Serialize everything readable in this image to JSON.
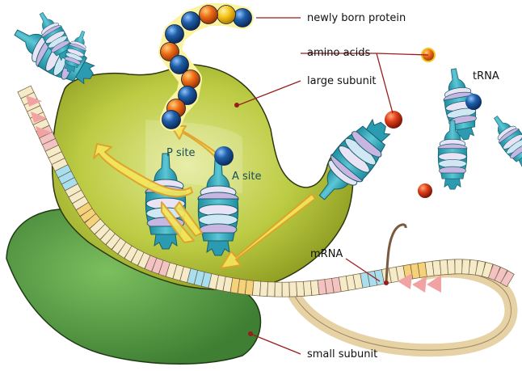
{
  "labels": {
    "newly_born_protein": "newly born protein",
    "amino_acids": "amino acids",
    "large_subunit": "large subunit",
    "trna": "tRNA",
    "p_site": "P site",
    "a_site": "A site",
    "mrna": "mRNA",
    "small_subunit": "small subunit"
  },
  "colors": {
    "large_subunit": "#b5c43a",
    "small_subunit": "#4f9640",
    "trna_body": "#3ab0c2",
    "trna_band": "#c8b6e2",
    "protein_blue": "#1f5fa8",
    "protein_orange": "#f07018",
    "protein_gold": "#f5c31a",
    "leader_line": "#9b1c1c",
    "arrow_fill": "#f3e65a",
    "arrow_stroke": "#e2a02a",
    "mrna_cream": "#f6ebc8",
    "mrna_pink": "#f3c3c3",
    "mrna_blue": "#a7dff0",
    "mrna_orange": "#f5d27a"
  },
  "protein_chain_colors": [
    "blue",
    "gold",
    "orange",
    "blue",
    "blue",
    "orange",
    "blue",
    "orange",
    "blue",
    "orange",
    "blue",
    "blue"
  ]
}
